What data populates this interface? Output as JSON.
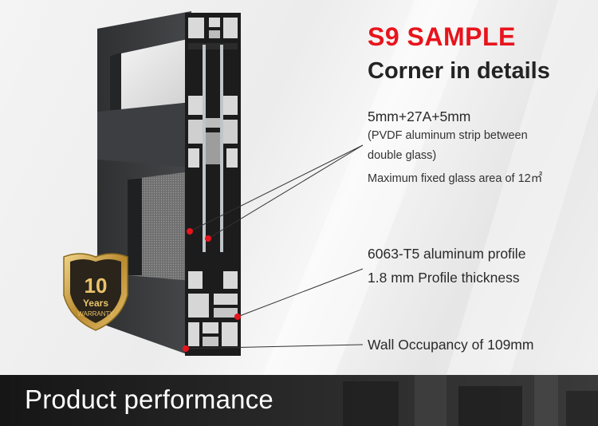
{
  "header": {
    "title": "S9 SAMPLE",
    "subtitle": "Corner in details"
  },
  "specs": {
    "glass": "5mm+27A+5mm",
    "strip_line1": "(PVDF aluminum strip between",
    "strip_line2": "double glass)",
    "fixed_area": "Maximum fixed glass area of 12㎡",
    "profile": "6063-T5 aluminum profile",
    "thickness": "1.8 mm Profile thickness",
    "wall": "Wall Occupancy of 109mm"
  },
  "badge": {
    "number": "10",
    "years": "Years",
    "warranty": "WARRANTY"
  },
  "footer": {
    "title": "Product performance"
  },
  "colors": {
    "accent": "#e8141c",
    "frame": "#3a3b3d",
    "badge_gold": "#c9a24a"
  }
}
